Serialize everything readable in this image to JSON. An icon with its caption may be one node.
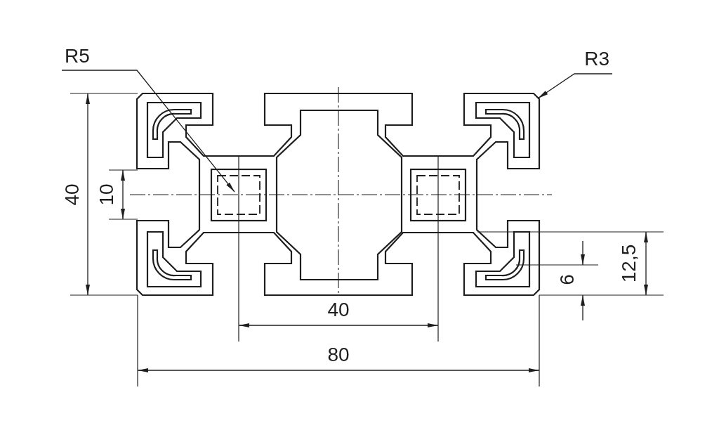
{
  "diagram": {
    "nodes": [
      {
        "text": [
          "R5"
        ]
      },
      {
        "text": [
          "R3"
        ]
      }
    ],
    "edges": [
      {
        "from": 0,
        "to": null,
        "arrow": "to"
      },
      {
        "from": 1,
        "to": null,
        "arrow": "to"
      }
    ],
    "labels": [
      "40",
      "10",
      "12,5",
      "6",
      "40",
      "80"
    ]
  }
}
